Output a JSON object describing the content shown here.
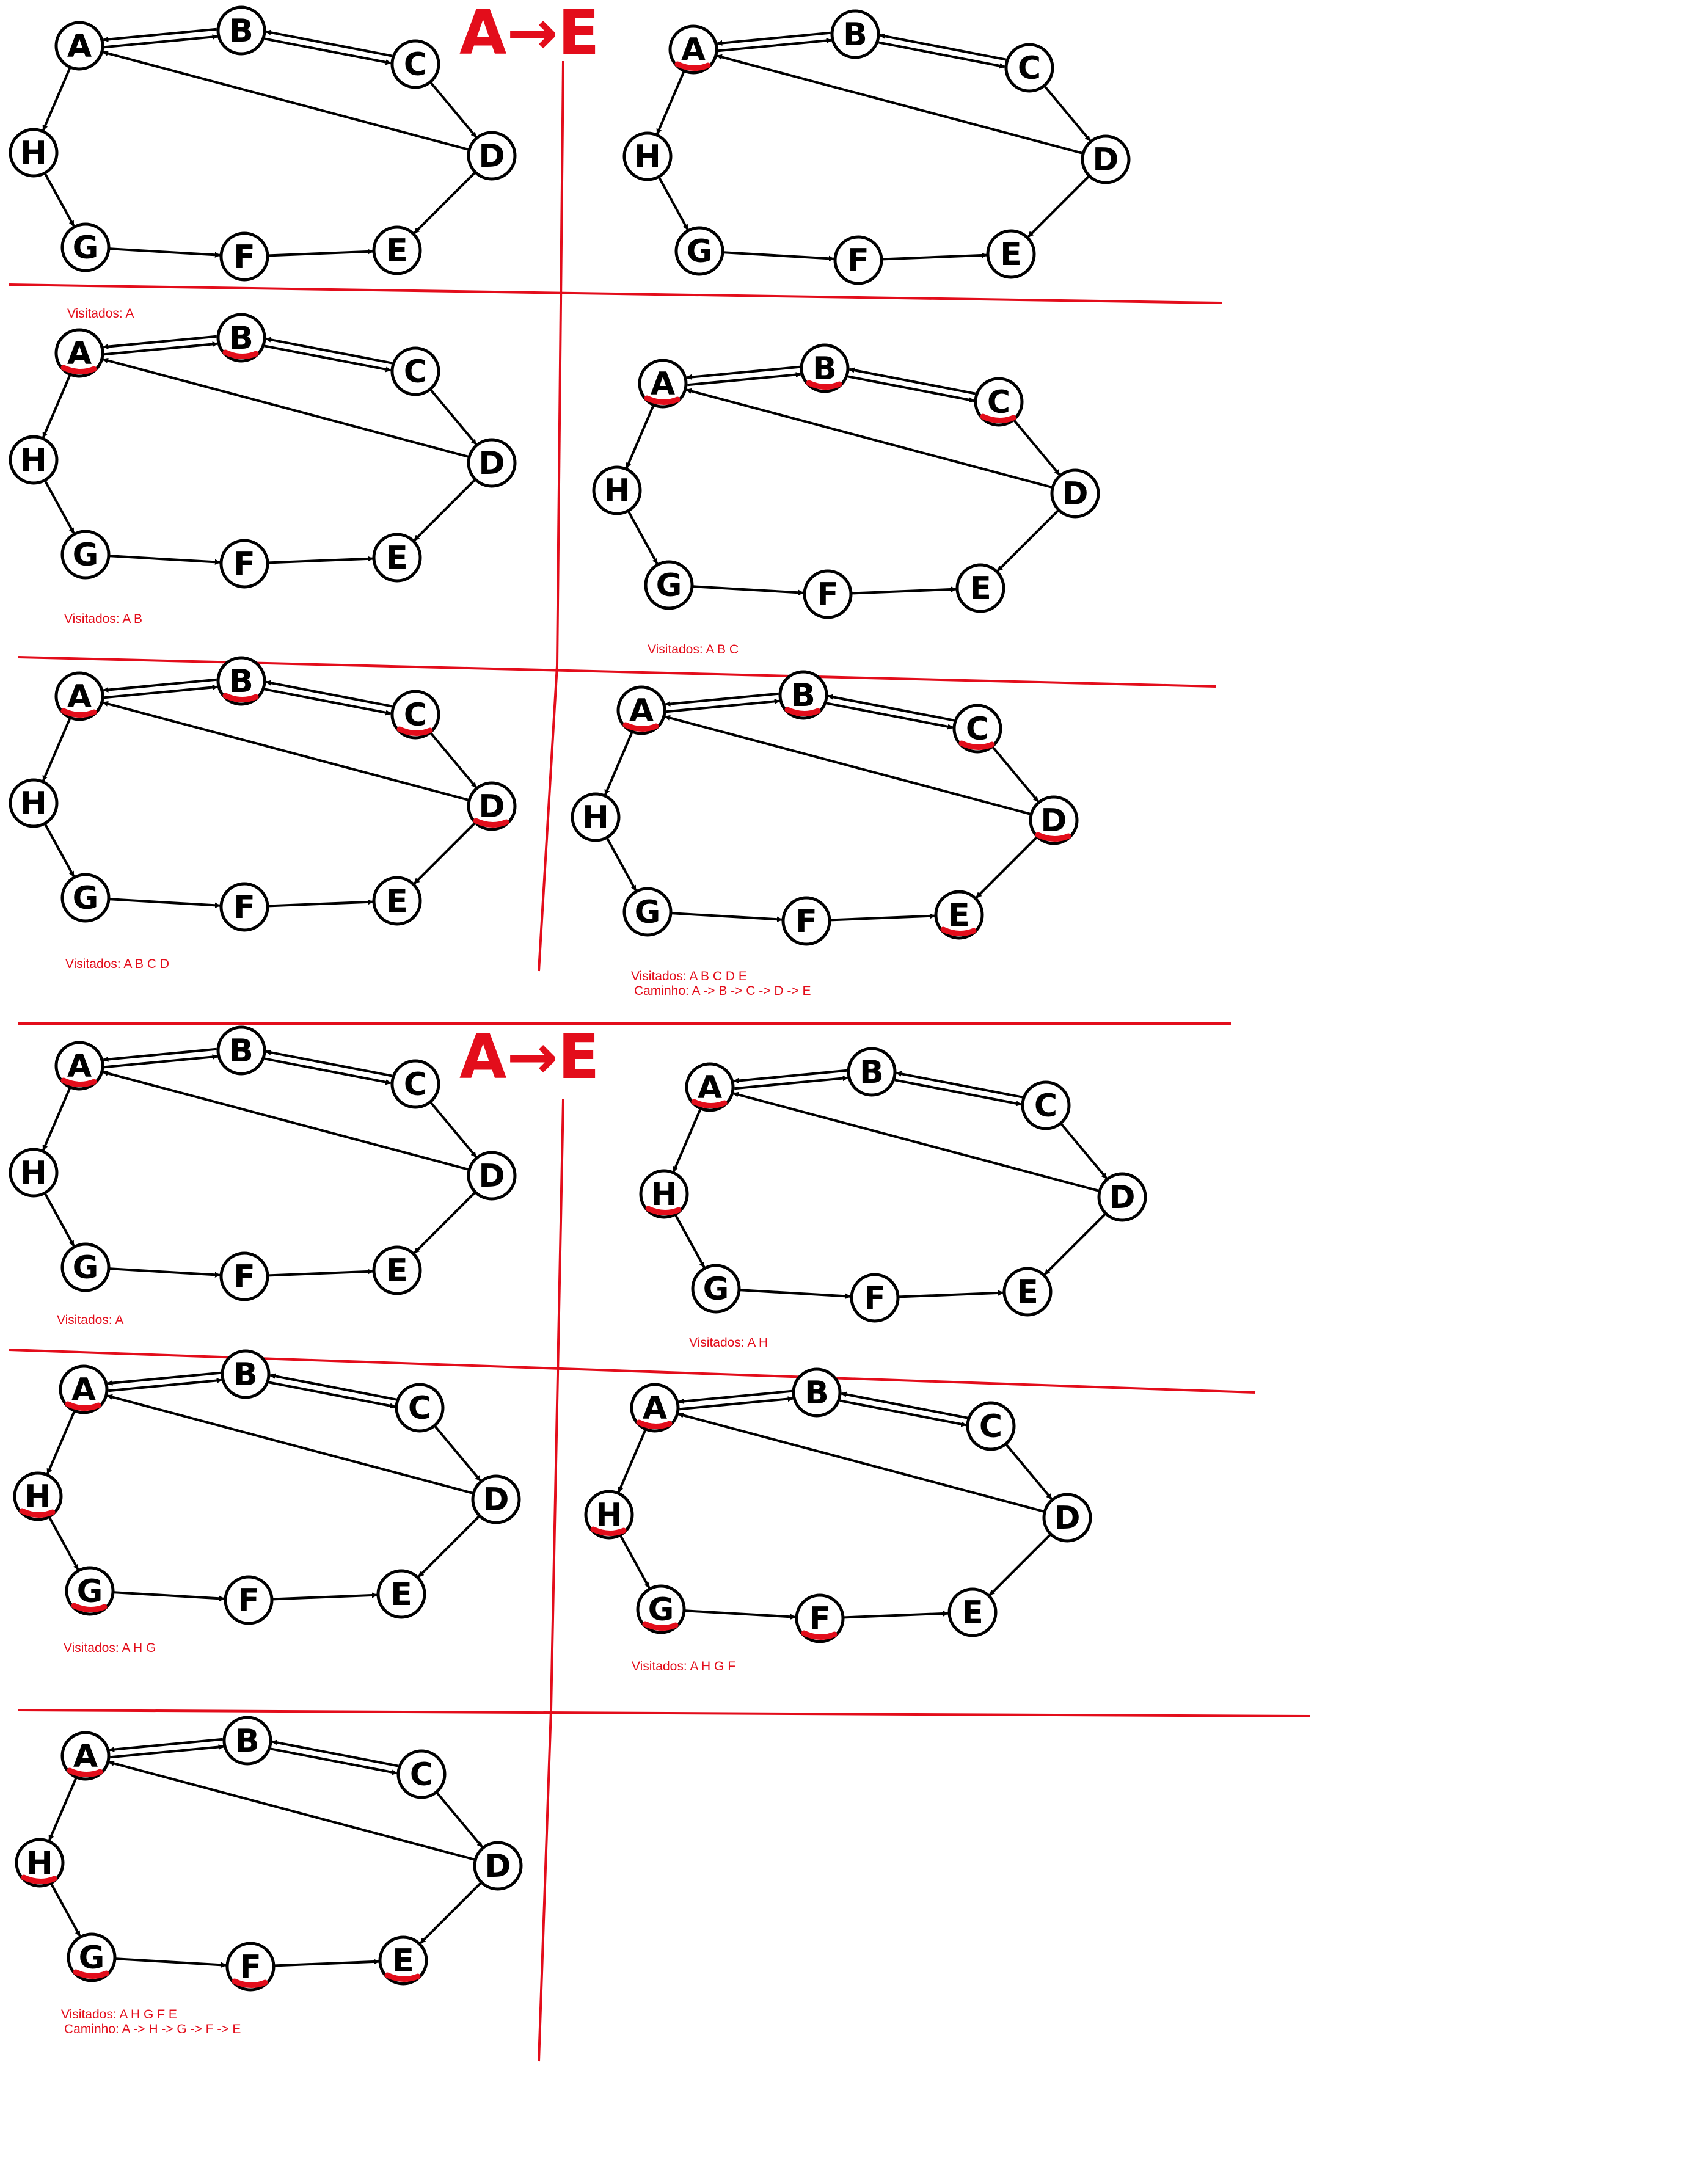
{
  "titles": [
    {
      "text": "A→E"
    },
    {
      "text": "A→E"
    }
  ],
  "nodes": [
    {
      "id": "A",
      "label": "A"
    },
    {
      "id": "B",
      "label": "B"
    },
    {
      "id": "C",
      "label": "C"
    },
    {
      "id": "D",
      "label": "D"
    },
    {
      "id": "E",
      "label": "E"
    },
    {
      "id": "F",
      "label": "F"
    },
    {
      "id": "G",
      "label": "G"
    },
    {
      "id": "H",
      "label": "H"
    }
  ],
  "edges": [
    {
      "from": "A",
      "to": "B",
      "arrow": "both"
    },
    {
      "from": "B",
      "to": "C",
      "arrow": "both"
    },
    {
      "from": "C",
      "to": "D",
      "arrow": "end"
    },
    {
      "from": "D",
      "to": "A",
      "arrow": "end"
    },
    {
      "from": "D",
      "to": "E",
      "arrow": "end"
    },
    {
      "from": "A",
      "to": "H",
      "arrow": "end"
    },
    {
      "from": "H",
      "to": "G",
      "arrow": "end"
    },
    {
      "from": "G",
      "to": "F",
      "arrow": "end"
    },
    {
      "from": "F",
      "to": "E",
      "arrow": "end"
    }
  ],
  "panels": [
    {
      "highlighted": [],
      "captions": []
    },
    {
      "highlighted": [
        "A"
      ],
      "captions": [
        "Visitados: A"
      ]
    },
    {
      "highlighted": [
        "A",
        "B"
      ],
      "captions": [
        "Visitados: A  B"
      ]
    },
    {
      "highlighted": [
        "A",
        "B",
        "C"
      ],
      "captions": [
        "Visitados: A  B  C"
      ]
    },
    {
      "highlighted": [
        "A",
        "B",
        "C",
        "D"
      ],
      "captions": [
        "Visitados: A  B  C  D"
      ]
    },
    {
      "highlighted": [
        "A",
        "B",
        "C",
        "D",
        "E"
      ],
      "captions": [
        "Visitados: A  B  C  D  E",
        "Caminho: A -> B -> C -> D -> E"
      ]
    },
    {
      "highlighted": [
        "A"
      ],
      "captions": [
        "Visitados: A"
      ]
    },
    {
      "highlighted": [
        "A",
        "H"
      ],
      "captions": [
        "Visitados: A  H"
      ]
    },
    {
      "highlighted": [
        "A",
        "H",
        "G"
      ],
      "captions": [
        "Visitados: A  H  G"
      ]
    },
    {
      "highlighted": [
        "A",
        "H",
        "G",
        "F"
      ],
      "captions": [
        "Visitados: A  H  G  F"
      ]
    },
    {
      "highlighted": [
        "A",
        "H",
        "G",
        "F",
        "E"
      ],
      "captions": [
        "Visitados: A  H  G  F  E",
        "Caminho: A -> H -> G -> F -> E"
      ]
    }
  ],
  "colors": {
    "highlight": "#e30d1b",
    "ink": "#000000"
  }
}
